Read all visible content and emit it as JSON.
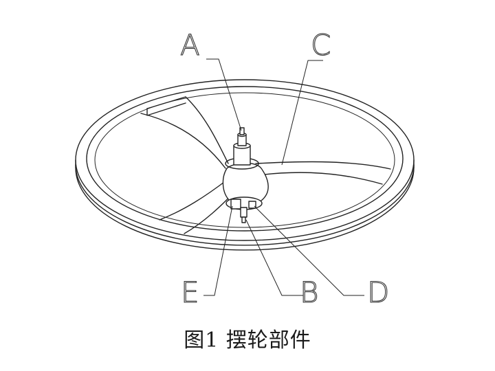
{
  "labels": {
    "a": "A",
    "b": "B",
    "c": "C",
    "d": "D",
    "e": "E"
  },
  "caption": "图1 摆轮部件"
}
